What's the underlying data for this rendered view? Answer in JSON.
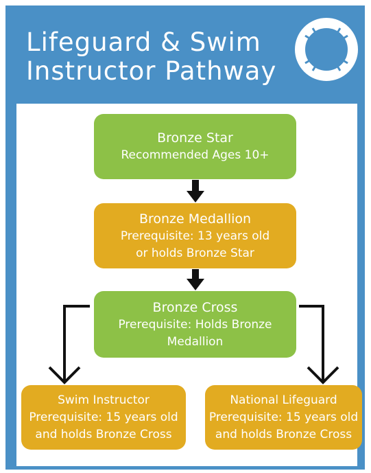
{
  "header": {
    "title_line1": "Lifeguard & Swim",
    "title_line2": "Instructor Pathway",
    "logo_icon": "life-ring-icon"
  },
  "colors": {
    "header_blue": "#4a90c6",
    "green": "#8dc147",
    "orange": "#e2ab21",
    "arrow": "#111111"
  },
  "nodes": {
    "bronze_star": {
      "title": "Bronze Star",
      "line1": "Recommended Ages 10+"
    },
    "bronze_medallion": {
      "title": "Bronze Medallion",
      "line1": "Prerequisite: 13 years old",
      "line2": "or holds Bronze Star"
    },
    "bronze_cross": {
      "title": "Bronze Cross",
      "line1": "Prerequisite: Holds Bronze",
      "line2": "Medallion"
    },
    "swim_instructor": {
      "title": "Swim Instructor",
      "line1": "Prerequisite: 15 years old",
      "line2": "and holds Bronze Cross"
    },
    "national_lifeguard": {
      "title": "National Lifeguard",
      "line1": "Prerequisite: 15 years old",
      "line2": "and holds Bronze Cross"
    }
  }
}
